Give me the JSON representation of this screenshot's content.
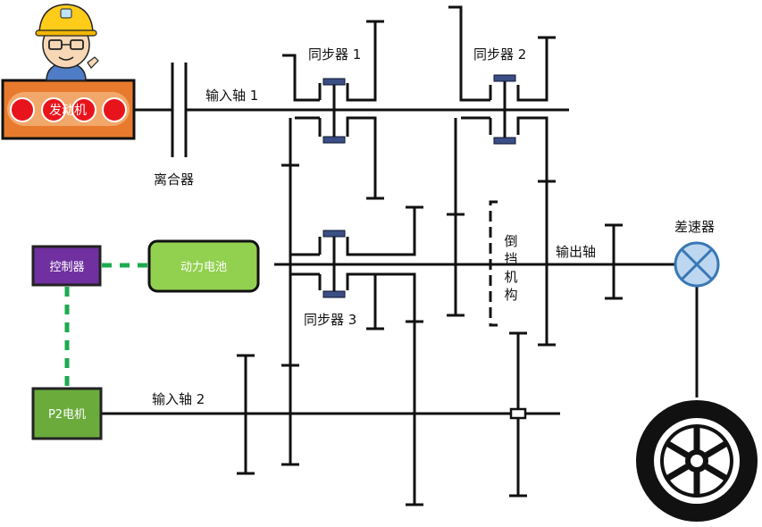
{
  "labels": {
    "engine": "发动机",
    "clutch": "离合器",
    "input_shaft_1": "输入轴 1",
    "input_shaft_2": "输入轴 2",
    "sync_1": "同步器 1",
    "sync_2": "同步器 2",
    "sync_3": "同步器 3",
    "reverse_char_1": "倒",
    "reverse_char_2": "挡",
    "reverse_char_3": "机",
    "reverse_char_4": "构",
    "output_shaft": "输出轴",
    "differential": "差速器",
    "controller": "控制器",
    "battery": "动力电池",
    "motor": "P2电机"
  },
  "colors": {
    "engine_fill": "#e87a2e",
    "engine_light": "#e8141c",
    "controller_fill": "#7030a0",
    "battery_fill": "#92d050",
    "motor_fill": "#6aab3c",
    "dash_green": "#1daa4e",
    "differential_fill": "#bcd7ef",
    "differential_stroke": "#3a77b5",
    "sync_sleeve": "#3b4f86",
    "line": "#111111"
  },
  "icons": {
    "mascot": "engineer-with-helmet-icon",
    "wheel": "wheel-icon",
    "differential": "differential-cross-circle-icon"
  }
}
